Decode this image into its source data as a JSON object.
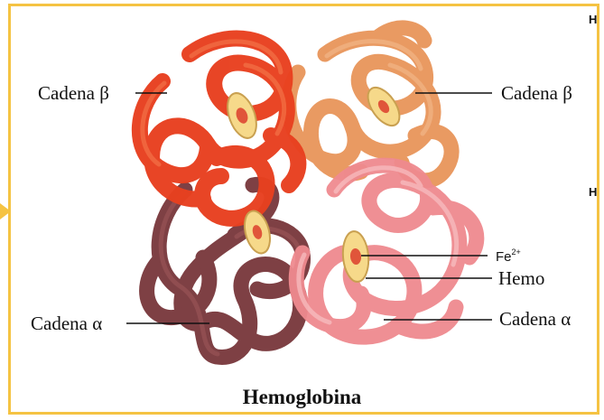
{
  "figure": {
    "title": "Hemoglobina",
    "labels": {
      "beta_left": "Cadena β",
      "beta_right": "Cadena β",
      "alpha_left": "Cadena α",
      "alpha_right": "Cadena α",
      "iron": "Fe",
      "iron_charge": "2+",
      "heme": "Hemo"
    },
    "edge_letters": [
      "H",
      "H"
    ],
    "colors": {
      "frame": "#f5c343",
      "beta_left_chain": "#e8401f",
      "beta_right_chain": "#e8955a",
      "alpha_left_chain": "#7a3a3e",
      "alpha_right_chain": "#ef8a8f",
      "heme_disc": "#f6d98a",
      "heme_center": "#e0553a"
    }
  }
}
